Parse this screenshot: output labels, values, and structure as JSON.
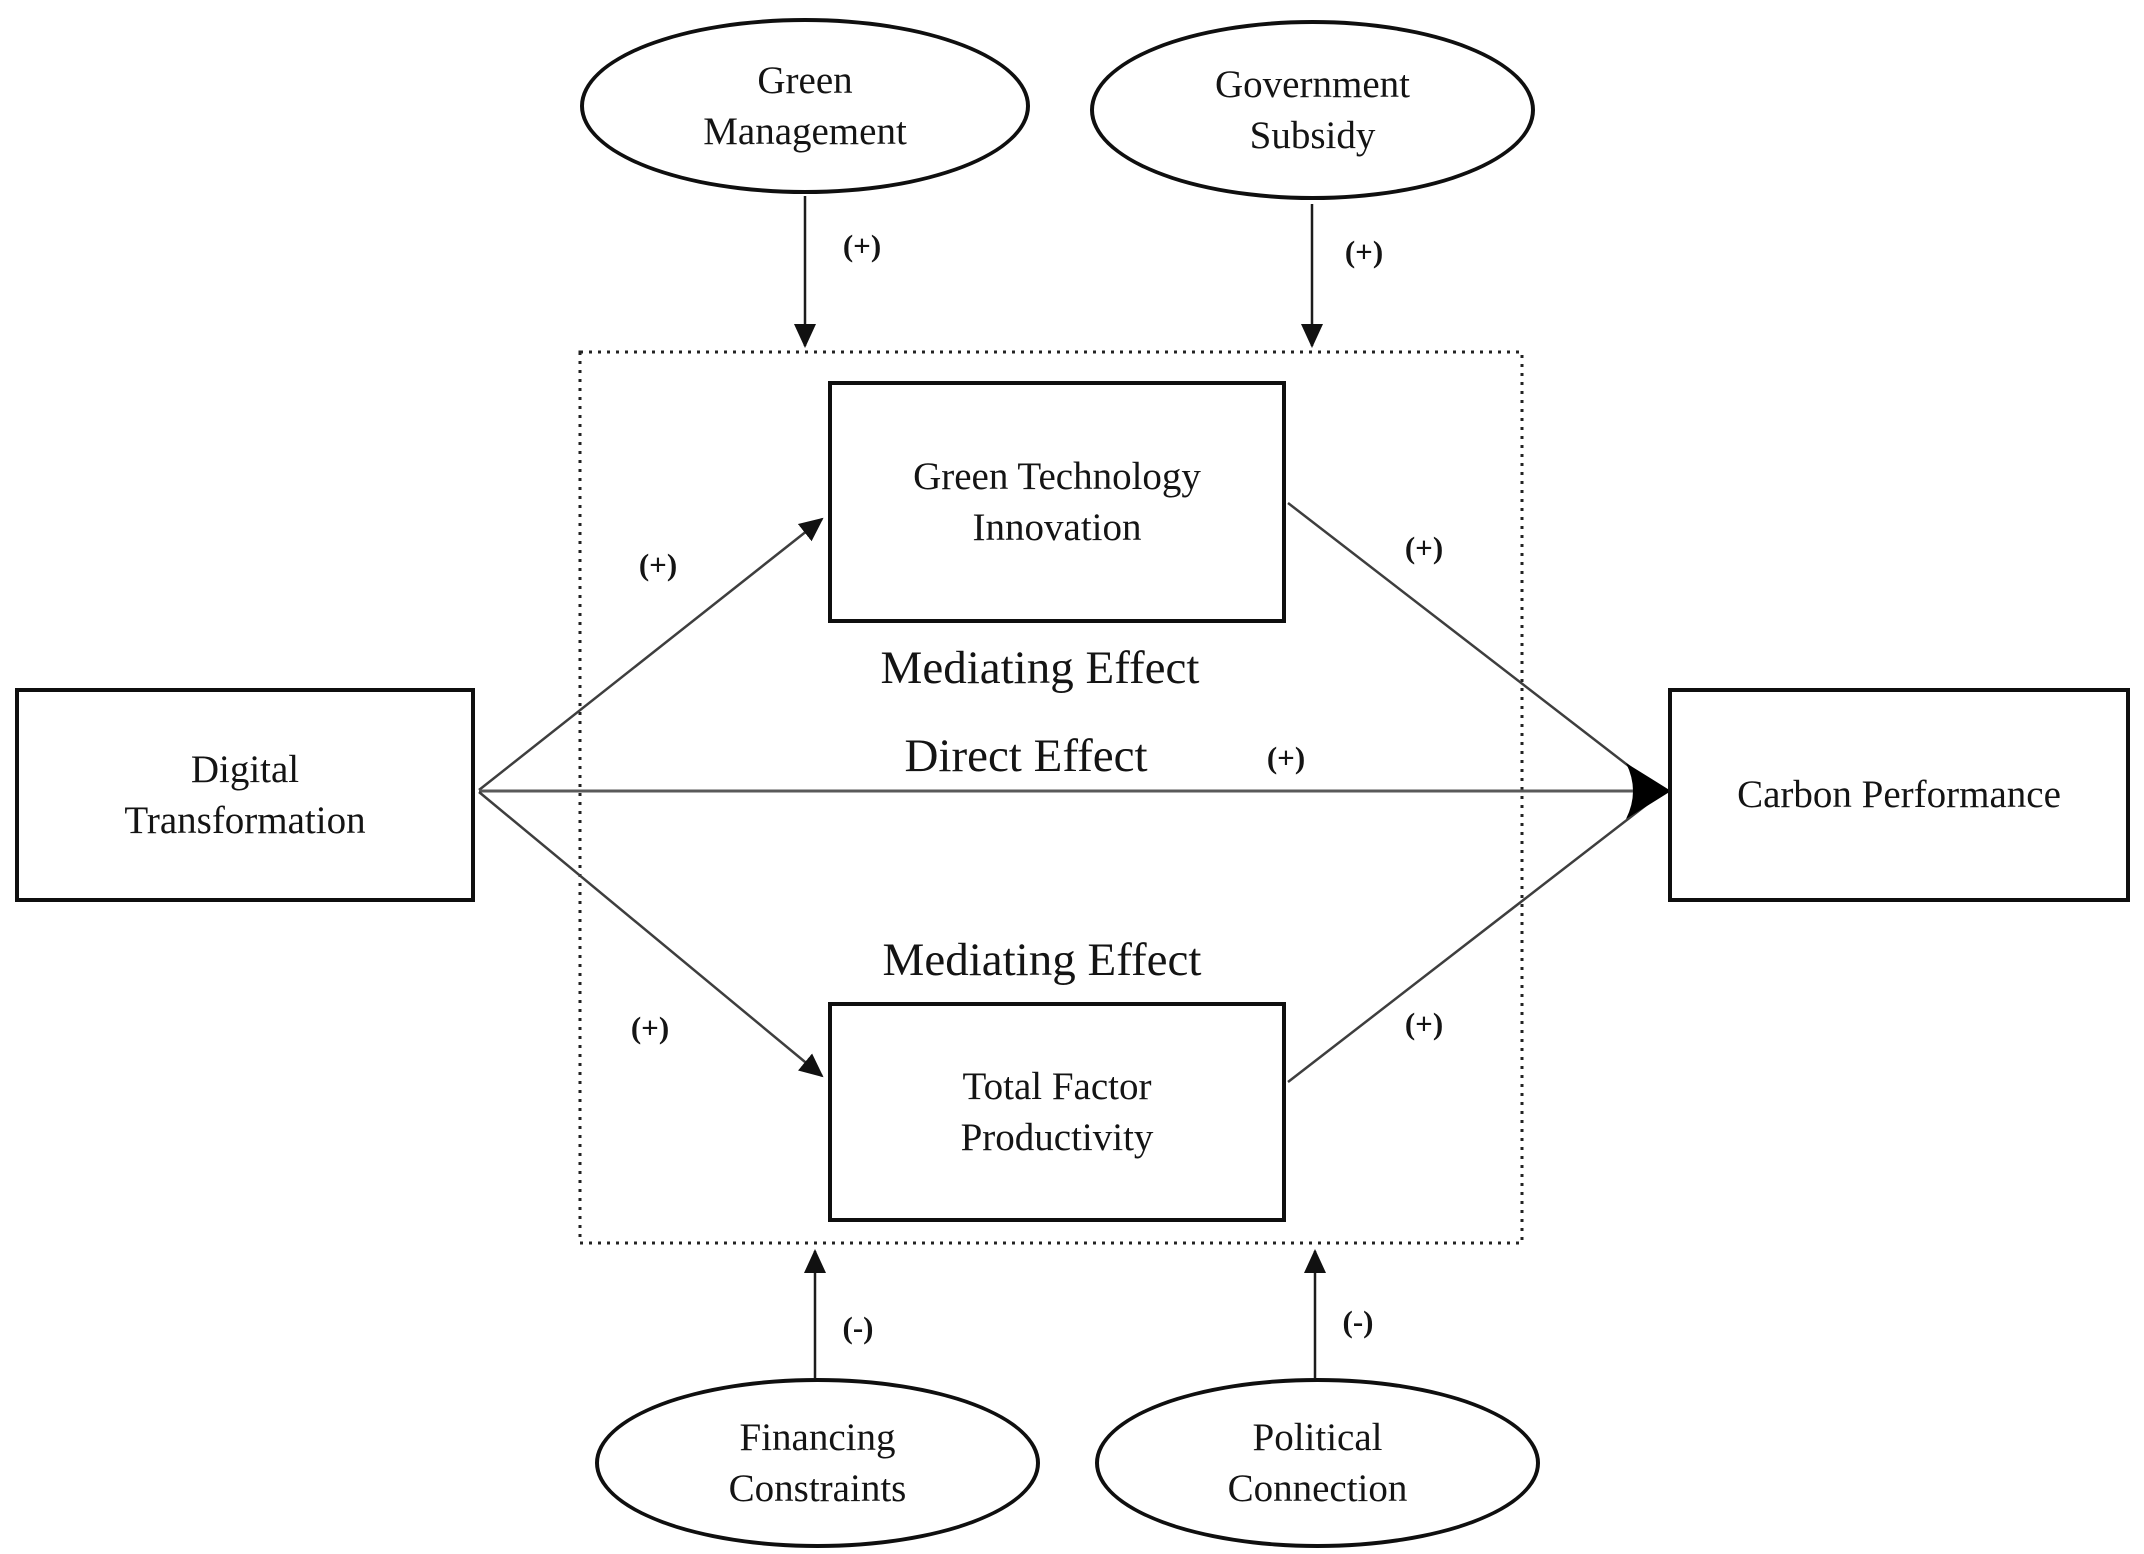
{
  "figure": {
    "background": "#ffffff",
    "ink": "#141414",
    "frame_style": "dotted"
  },
  "nodes": {
    "green_management": {
      "label": "Green\nManagement",
      "shape": "ellipse"
    },
    "government_subsidy": {
      "label": "Government\nSubsidy",
      "shape": "ellipse"
    },
    "digital_transformation": {
      "label": "Digital\nTransformation",
      "shape": "rect"
    },
    "green_technology_innovation": {
      "label": "Green Technology\nInnovation",
      "shape": "rect"
    },
    "total_factor_productivity": {
      "label": "Total Factor\nProductivity",
      "shape": "rect"
    },
    "carbon_performance": {
      "label": "Carbon Performance",
      "shape": "rect"
    },
    "financing_constraints": {
      "label": "Financing\nConstraints",
      "shape": "ellipse"
    },
    "political_connection": {
      "label": "Political\nConnection",
      "shape": "ellipse"
    }
  },
  "effect_labels": {
    "mediating_top": "Mediating Effect",
    "direct": "Direct Effect",
    "mediating_bottom": "Mediating Effect"
  },
  "signs": {
    "green_management_moderation": "(+)",
    "government_subsidy_moderation": "(+)",
    "dt_to_gti": "(+)",
    "gti_to_cp": "(+)",
    "direct_effect": "(+)",
    "dt_to_tfp": "(+)",
    "tfp_to_cp": "(+)",
    "financing_constraints_moderation": "(-)",
    "political_connection_moderation": "(-)"
  }
}
